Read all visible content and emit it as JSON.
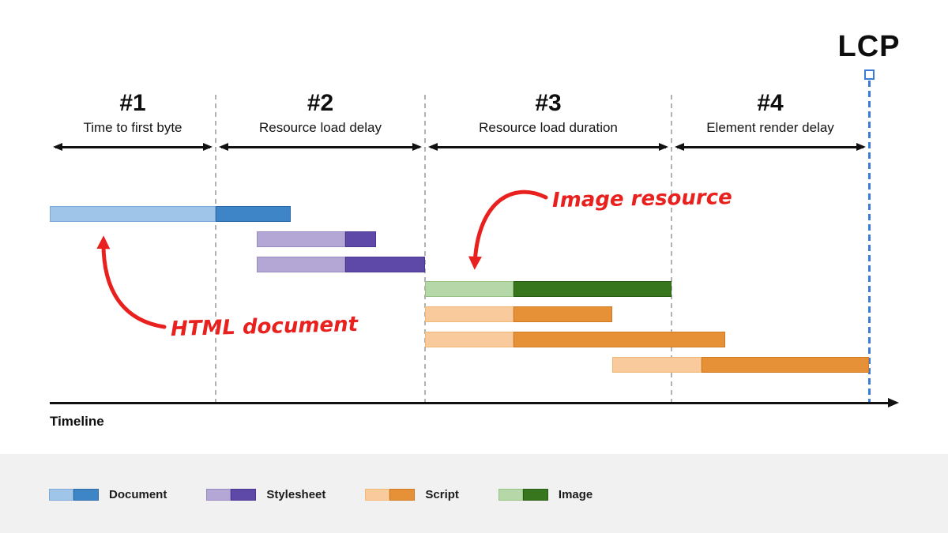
{
  "title": {
    "lcp_label": "LCP"
  },
  "timeline_label": "Timeline",
  "annotations": {
    "html_document": "HTML document",
    "image_resource": "Image resource"
  },
  "colors": {
    "background": "#ffffff",
    "legend_strip": "#f2f1f1",
    "text": "#111111",
    "annotation_red": "#e8201e",
    "lcp_line_blue": "#3b7ad9",
    "divider_gray": "#b2b2b2",
    "series": {
      "document": {
        "light": "#9fc5e8",
        "light_border": "#7ea9d7",
        "dark": "#3d85c6",
        "dark_border": "#2c6aa5"
      },
      "stylesheet": {
        "light": "#b4a7d6",
        "light_border": "#9a8ac4",
        "dark": "#5e48a8",
        "dark_border": "#4a3590"
      },
      "script": {
        "light": "#f9cb9c",
        "light_border": "#f2b877",
        "dark": "#e69138",
        "dark_border": "#cf7a22"
      },
      "image": {
        "light": "#b6d7a8",
        "light_border": "#98c383",
        "dark": "#38761d",
        "dark_border": "#2a5d14"
      }
    }
  },
  "chart_data": {
    "type": "gantt",
    "description": "LCP (Largest Contentful Paint) sub-part breakdown over a page-load timeline; x values are pixel offsets on the relative time axis",
    "axis": {
      "label": "Timeline",
      "origin_x": 63,
      "end_x": 1138,
      "y": 510
    },
    "lcp_line_x": 1100,
    "phases": [
      {
        "number": "#1",
        "label": "Time to first byte",
        "start": 63,
        "end": 273
      },
      {
        "number": "#2",
        "label": "Resource load delay",
        "start": 273,
        "end": 538
      },
      {
        "number": "#3",
        "label": "Resource load duration",
        "start": 538,
        "end": 850
      },
      {
        "number": "#4",
        "label": "Element render delay",
        "start": 850,
        "end": 1100
      }
    ],
    "bars": [
      {
        "resource": "document",
        "row_y": 261,
        "start": 63,
        "split": 273,
        "end": 368
      },
      {
        "resource": "stylesheet",
        "row_y": 293,
        "start": 325,
        "split": 437,
        "end": 476
      },
      {
        "resource": "stylesheet",
        "row_y": 325,
        "start": 325,
        "split": 437,
        "end": 538
      },
      {
        "resource": "image",
        "row_y": 356,
        "start": 538,
        "split": 650,
        "end": 850
      },
      {
        "resource": "script",
        "row_y": 388,
        "start": 538,
        "split": 650,
        "end": 775
      },
      {
        "resource": "script",
        "row_y": 420,
        "start": 538,
        "split": 650,
        "end": 918
      },
      {
        "resource": "script",
        "row_y": 452,
        "start": 775,
        "split": 888,
        "end": 1100
      }
    ],
    "legend": [
      {
        "label": "Document",
        "resource": "document"
      },
      {
        "label": "Stylesheet",
        "resource": "stylesheet"
      },
      {
        "label": "Script",
        "resource": "script"
      },
      {
        "label": "Image",
        "resource": "image"
      }
    ]
  }
}
